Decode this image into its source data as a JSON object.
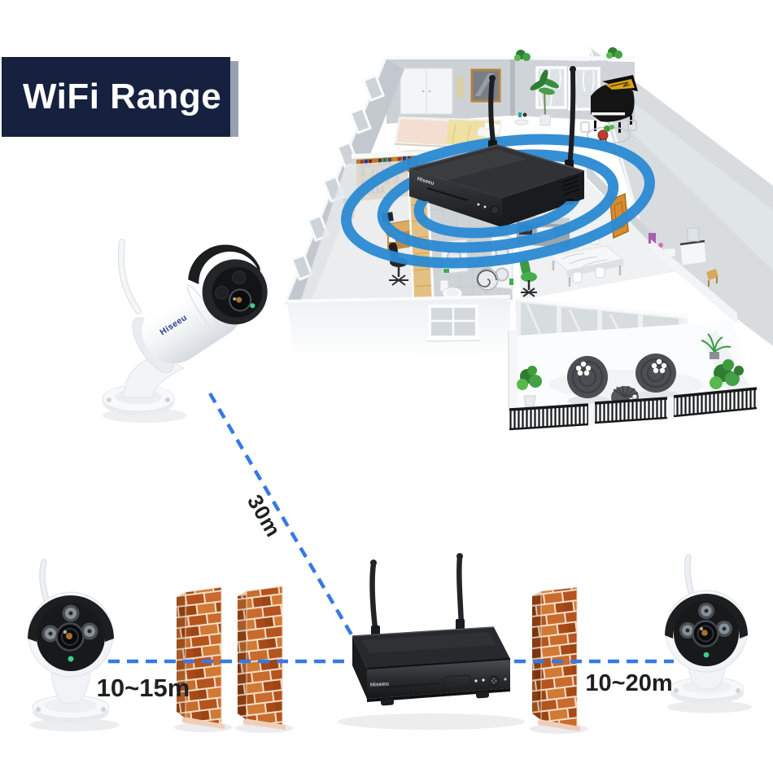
{
  "banner": {
    "label": "WiFi Range"
  },
  "brand": {
    "name": "Hiseeu"
  },
  "labels": {
    "diagonal_distance": "30m",
    "left_wall_range": "10~15m",
    "right_wall_range": "10~20m"
  },
  "colors": {
    "banner_bg": "#16213F",
    "banner_edge": "#97A0AF",
    "dash_blue": "#3679E6",
    "wifi_ring_blue": "#2B8AD3",
    "label_text": "#1F2022",
    "brick_orange": "#B9541C",
    "device_black": "#26282C",
    "camera_white": "#F4F6F8",
    "plant_green": "#3F9B3C"
  }
}
